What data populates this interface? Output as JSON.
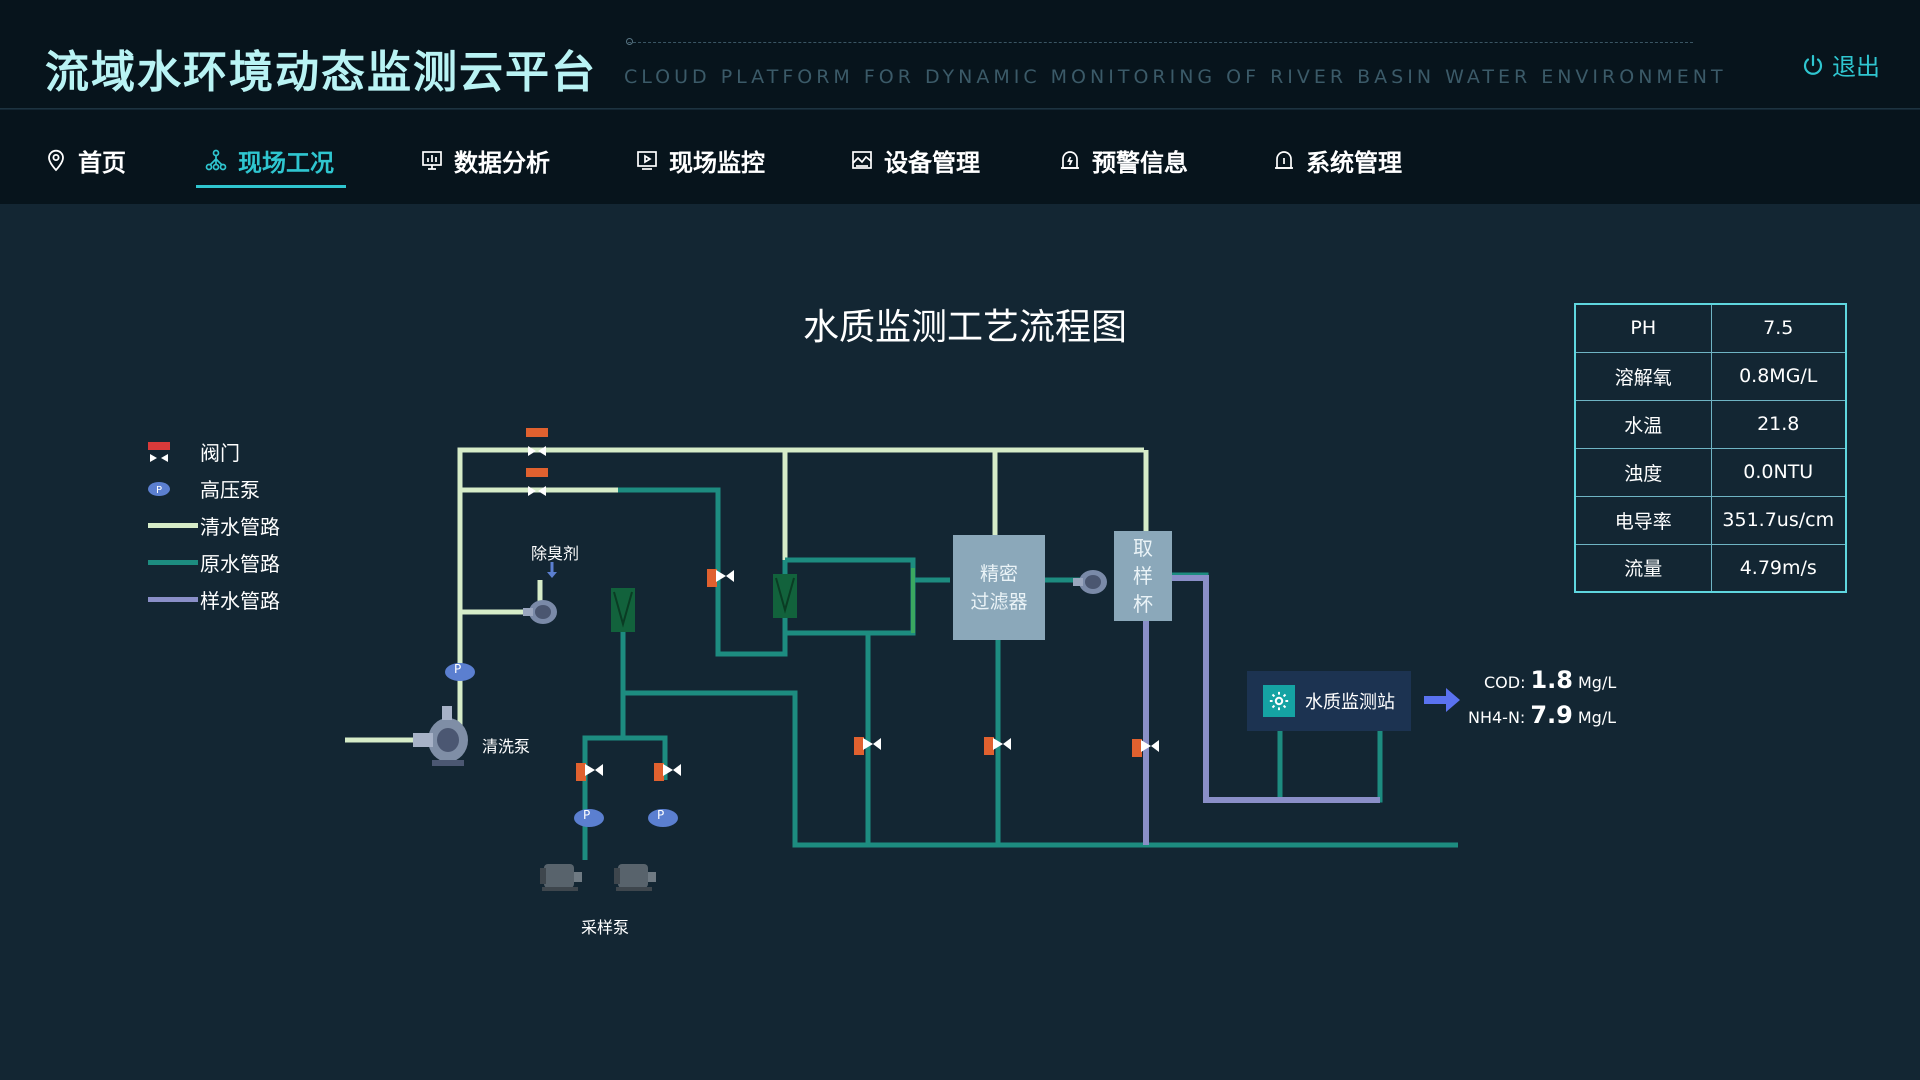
{
  "header": {
    "title": "流域水环境动态监测云平台",
    "subtitle": "CLOUD PLATFORM FOR DYNAMIC MONITORING OF RIVER BASIN WATER ENVIRONMENT",
    "logout_label": "退出"
  },
  "nav": {
    "items": [
      {
        "label": "首页",
        "icon": "location-pin-icon"
      },
      {
        "label": "现场工况",
        "icon": "network-icon",
        "active": true
      },
      {
        "label": "数据分析",
        "icon": "monitor-chart-icon"
      },
      {
        "label": "现场监控",
        "icon": "video-play-icon"
      },
      {
        "label": "设备管理",
        "icon": "equipment-chart-icon"
      },
      {
        "label": "预警信息",
        "icon": "alarm-icon"
      },
      {
        "label": "系统管理",
        "icon": "system-alarm-icon"
      }
    ]
  },
  "diagram": {
    "title": "水质监测工艺流程图",
    "legend": [
      {
        "label": "阀门",
        "type": "valve"
      },
      {
        "label": "高压泵",
        "type": "pump"
      },
      {
        "label": "清水管路",
        "type": "line",
        "color": "#d6ecc8"
      },
      {
        "label": "原水管路",
        "type": "line",
        "color": "#1d8c80"
      },
      {
        "label": "样水管路",
        "type": "line",
        "color": "#8a8fc8"
      }
    ],
    "labels": {
      "deodorant": "除臭剂",
      "wash_pump": "清洗泵",
      "sample_pump": "采样泵",
      "filter_line1": "精密",
      "filter_line2": "过滤器",
      "cup_1": "取",
      "cup_2": "样",
      "cup_3": "杯",
      "pump_letter": "P"
    },
    "station": {
      "label": "水质监测站",
      "icon": "gear-icon"
    },
    "readings": [
      {
        "name": "COD:",
        "value": "1.8",
        "unit": "Mg/L"
      },
      {
        "name": "NH4-N:",
        "value": "7.9",
        "unit": "Mg/L"
      }
    ]
  },
  "params": [
    {
      "name": "PH",
      "value": "7.5"
    },
    {
      "name": "溶解氧",
      "value": "0.8MG/L"
    },
    {
      "name": "水温",
      "value": "21.8"
    },
    {
      "name": "浊度",
      "value": "0.0NTU"
    },
    {
      "name": "电导率",
      "value": "351.7us/cm"
    },
    {
      "name": "流量",
      "value": "4.79m/s"
    }
  ],
  "colors": {
    "accent": "#2fc6d0",
    "clean_water": "#d6ecc8",
    "raw_water": "#1d8c80",
    "sample_water": "#8a8fc8",
    "valve": "#e0612f",
    "pump": "#5b7fd0"
  }
}
